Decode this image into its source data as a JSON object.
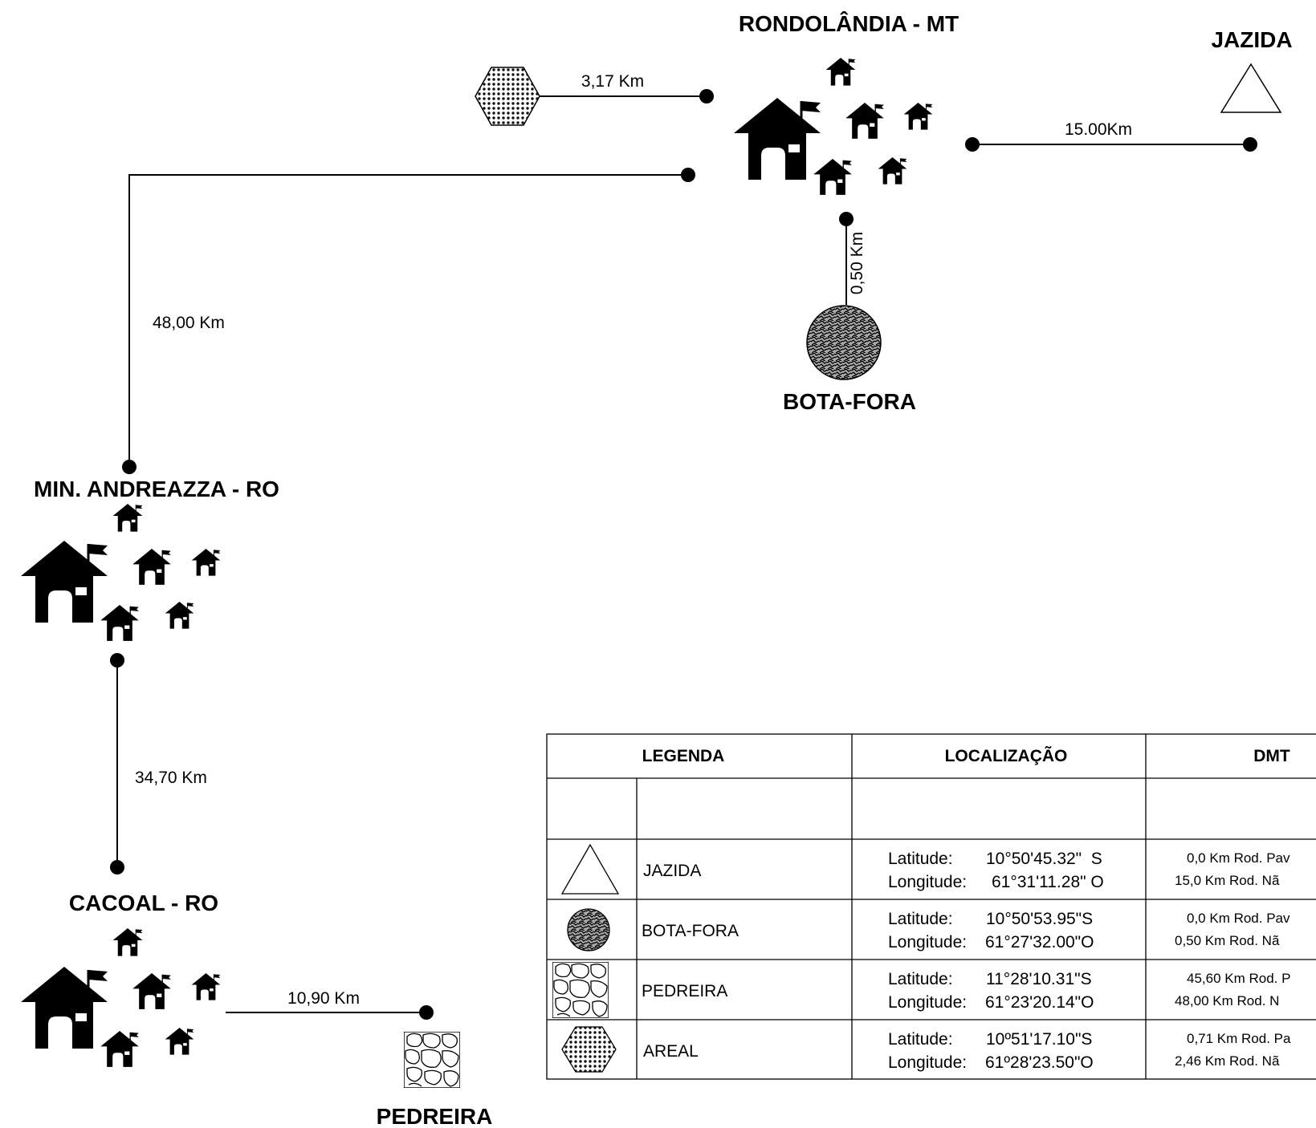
{
  "places": {
    "rondolandia": "RONDOLÂNDIA - MT",
    "jazida": "JAZIDA",
    "bota_fora": "BOTA-FORA",
    "min_andreazza": "MIN. ANDREAZZA - RO",
    "cacoal": "CACOAL - RO",
    "pedreira": "PEDREIRA"
  },
  "distances": {
    "areal_to_rondolandia": "3,17 Km",
    "rondolandia_to_jazida": "15.00Km",
    "rondolandia_to_bota_fora": "0,50 Km",
    "rondolandia_to_min_andreazza": "48,00 Km",
    "min_andreazza_to_cacoal": "34,70 Km",
    "cacoal_to_pedreira": "10,90 Km"
  },
  "legend_table": {
    "headers": {
      "legenda": "LEGENDA",
      "localizacao": "LOCALIZAÇÃO",
      "dmt": "DMT"
    },
    "latitude_label": "Latitude:",
    "longitude_label": "Longitude:",
    "rows": [
      {
        "symbol": "triangle-icon",
        "name": "JAZIDA",
        "latitude": "10°50'45.32\"  S",
        "longitude": "61°31'11.28\" O",
        "dmt1": "0,0 Km Rod. Pav",
        "dmt2": "15,0 Km Rod. Nã"
      },
      {
        "symbol": "bota-fora-circle-icon",
        "name": "BOTA-FORA",
        "latitude": "10°50'53.95\"S",
        "longitude": "61°27'32.00\"O",
        "dmt1": "0,0 Km Rod. Pav",
        "dmt2": "0,50 Km Rod. Nã"
      },
      {
        "symbol": "stone-pattern-icon",
        "name": "PEDREIRA",
        "latitude": "11°28'10.31\"S",
        "longitude": "61°23'20.14\"O",
        "dmt1": "45,60 Km Rod. P",
        "dmt2": "48,00 Km Rod. N"
      },
      {
        "symbol": "hexagon-icon",
        "name": "AREAL",
        "latitude": "10º51'17.10\"S",
        "longitude": "61º28'23.50\"O",
        "dmt1": "0,71 Km Rod. Pa",
        "dmt2": "2,46 Km Rod. Nã"
      }
    ]
  }
}
